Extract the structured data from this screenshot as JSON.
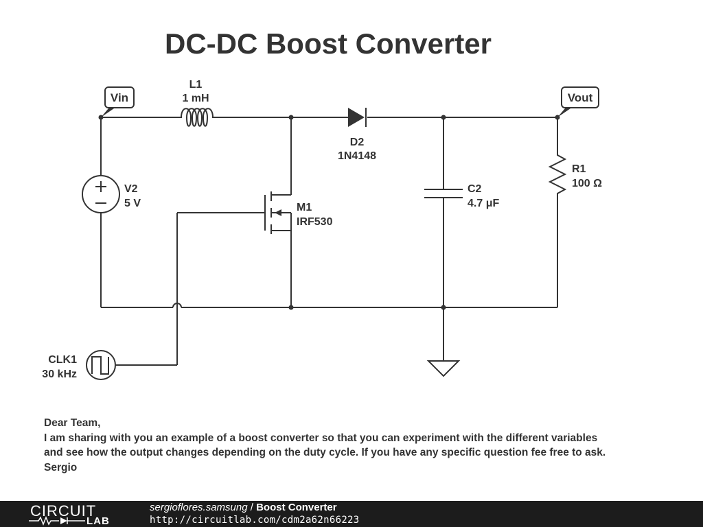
{
  "title": "DC-DC Boost Converter",
  "components": {
    "vin_tag": "Vin",
    "vout_tag": "Vout",
    "L1": {
      "ref": "L1",
      "value": "1 mH"
    },
    "D2": {
      "ref": "D2",
      "value": "1N4148"
    },
    "V2": {
      "ref": "V2",
      "value": "5 V"
    },
    "M1": {
      "ref": "M1",
      "value": "IRF530"
    },
    "C2": {
      "ref": "C2",
      "value": "4.7 μF"
    },
    "R1": {
      "ref": "R1",
      "value": "100 Ω"
    },
    "CLK1": {
      "ref": "CLK1",
      "value": "30 kHz"
    }
  },
  "note": {
    "lines": [
      "Dear Team,",
      "I am sharing with you an example of a boost converter so that you can experiment with the different variables",
      "and see how the output changes depending on the duty cycle. If you have any specific question fee free to ask.",
      "Sergio"
    ]
  },
  "footer": {
    "logo_top": "CIRCUIT",
    "logo_bottom": "LAB",
    "author": "sergioflores.samsung",
    "separator": " / ",
    "circuit_title": "Boost Converter",
    "url": "http://circuitlab.com/cdm2a62n66223"
  },
  "colors": {
    "ink": "#333333",
    "footer_bg": "#1c1c1c",
    "background": "#ffffff"
  }
}
